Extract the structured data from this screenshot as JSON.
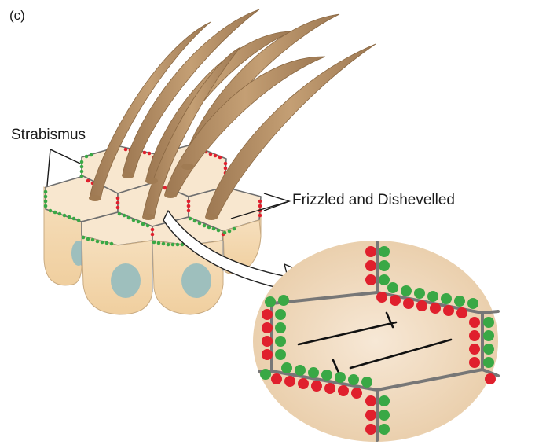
{
  "figure": {
    "panel_label": "(c)",
    "labels": {
      "strabismus": "Strabismus",
      "frizzled_dishevelled": "Frizzled and Dishevelled"
    }
  },
  "colors": {
    "cell_body": "#f3d9b4",
    "cell_top": "#f7e6cd",
    "nucleus": "#9ebfbd",
    "stereocilia": "#b38d63",
    "red_protein": "#e0202d",
    "green_protein": "#39a845",
    "membrane": "#7a7a7a",
    "zoom_background": "#f2ddc4"
  }
}
